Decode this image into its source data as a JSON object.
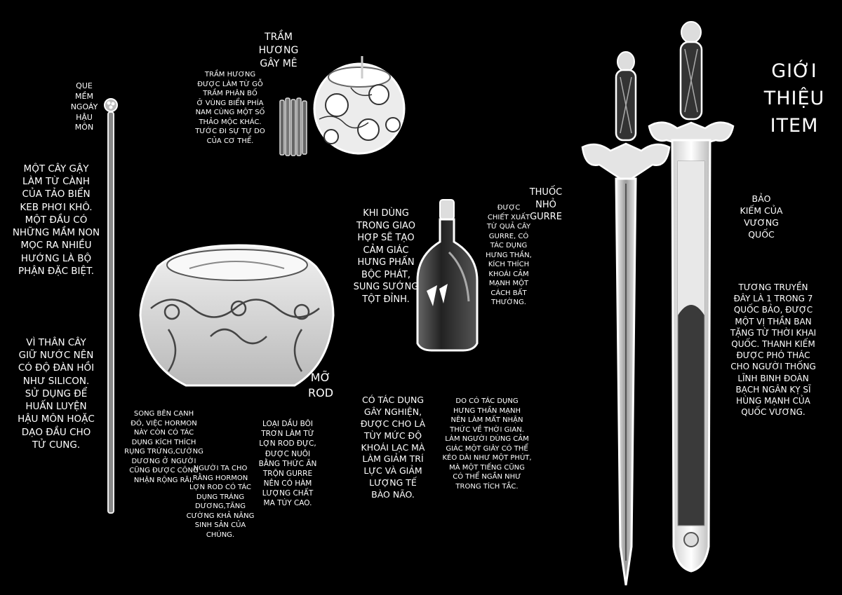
{
  "page": {
    "title": "GIỚI\nTHIỆU\nITEM"
  },
  "items": {
    "rod": {
      "name": "QUE\nMỀM\nNGOÁY\nHẬU\nMÔN",
      "desc1": "MỘT CÂY GẬY\nLÀM TỪ CÀNH\nCỦA TẢO BIỂN\nKEB PHƠI KHÔ.\nMỘT ĐẦU CÓ\nNHỮNG MẦM NON\nMỌC RA NHIỀU\nHƯỚNG LÀ BỘ\nPHẬN ĐẶC BIỆT.",
      "desc2": "VÌ THÂN CÂY\nGIỮ NƯỚC NÊN\nCÓ ĐỘ ĐÀN HỒI\nNHƯ SILICON.\nSỬ DỤNG ĐỂ\nHUẤN LUYỆN\nHẬU MÔN HOẶC\nDẠO ĐẦU CHO\nTỬ CUNG."
    },
    "incense": {
      "name": "TRẦM\nHƯƠNG\nGÂY MÊ",
      "desc": "TRẦM HƯƠNG\nĐƯỢC LÀM TỪ GỖ\nTRẦM PHÂN BỐ\nỞ VÙNG BIỂN PHÍA\nNAM CÙNG MỘT SỐ\nTHẢO MỘC KHÁC.\nTƯỚC ĐI SỰ TỰ DO\nCỦA CƠ THỂ."
    },
    "lard": {
      "name": "MỠ\nROD",
      "desc1": "SONG BÊN CẠNH\nĐÓ, VIỆC HORMON\nNÀY CÒN CÓ TÁC\nDỤNG KÍCH THÍCH\nRỤNG TRỨNG,CƯỜNG\nDƯƠNG Ở NGƯỜI\nCŨNG ĐƯỢC CÔNG\nNHẬN RỘNG RÃI.",
      "desc2": "NGƯỜI TA CHO\nRẰNG HORMON\nLỢN ROD CÓ TÁC\nDỤNG TRÁNG\nDƯƠNG,TĂNG\nCƯỜNG KHẢ NĂNG\nSINH SẢN CỦA\nCHÚNG.",
      "desc3": "LOẠI DẦU BÔI\nTRƠN LÀM TỪ\nLỢN ROD ĐỰC,\nĐƯỢC NUÔI\nBẰNG THỨC ĂN\nTRỘN GURRE\nNÊN CÓ HÀM\nLƯỢNG CHẤT\nMA TÚY CAO."
    },
    "drops": {
      "name": "THUỐC\nNHỎ\nGURRE",
      "desc_main": "KHI DÙNG\nTRONG GIAO\nHỢP SẼ TẠO\nCẢM GIÁC\nHƯNG PHẤN\nBỘC PHÁT,\nSUNG SƯỚNG\nTỘT ĐỈNH.",
      "desc_side": "ĐƯỢC\nCHIẾT XUẤT\nTỪ QUẢ CÂY\nGURRE, CÓ\nTÁC DỤNG\nHƯNG THẦN,\nKÍCH THÍCH\nKHOÁI CẢM\nMẠNH MỘT\nCÁCH BẤT\nTHƯỜNG.",
      "desc_b1": "CÓ TÁC DỤNG\nGÂY NGHIỆN,\nĐƯỢC CHO LÀ\nTÙY MỨC ĐỘ\nKHOÁI LẠC MÀ\nLÀM GIẢM TRÍ\nLỰC VÀ GIẢM\nLƯỢNG TẾ\nBÀO NÃO.",
      "desc_b2": "DO CÓ TÁC DỤNG\nHƯNG THẦN MẠNH\nNÊN LÀM MẤT NHẬN\nTHỨC VỀ THỜI GIAN.\nLÀM NGƯỜI DÙNG CẢM\nGIÁC MỘT GIÂY CÓ THỂ\nKÉO DÀI NHƯ MỘT PHÚT,\nMÀ MỘT TIẾNG CŨNG\nCÓ THỂ NGẮN NHƯ\nTRONG TÍCH TẮC."
    },
    "sword": {
      "name": "BẢO\nKIẾM CỦA\nVƯƠNG\nQUỐC",
      "desc": "TƯƠNG TRUYỀN\nĐÂY LÀ 1 TRONG 7\nQUỐC BẢO, ĐƯỢC\nMỘT VỊ THẦN BAN\nTẶNG TỪ THỜI KHAI\nQUỐC. THANH KIẾM\nĐƯỢC PHÓ THÁC\nCHO NGƯỜI THỐNG\nLĨNH BINH ĐOÀN\nBẠCH NGÂN KỴ SĨ\nHÙNG MẠNH CỦA\nQUỐC VƯƠNG."
    }
  },
  "colors": {
    "background": "#000000",
    "text": "#ffffff",
    "line_art": "#e8e8e8"
  }
}
